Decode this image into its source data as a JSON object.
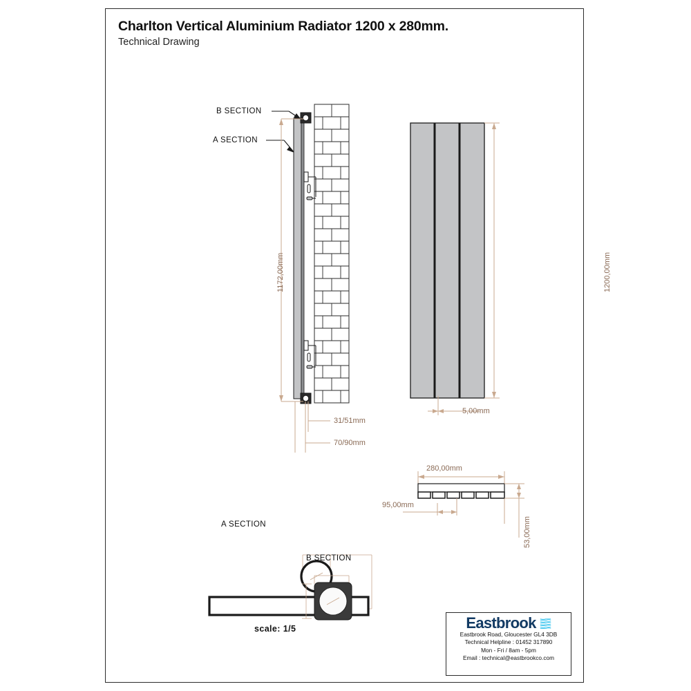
{
  "document": {
    "title": "Charlton Vertical Aluminium Radiator 1200 x 280mm.",
    "subtitle": "Technical Drawing"
  },
  "labels": {
    "b_section": "B SECTION",
    "a_section": "A SECTION",
    "a_section_detail": "A SECTION",
    "b_section_detail": "B SECTION",
    "scale": "scale: 1/5"
  },
  "dimensions": {
    "side_height": "1172,00mm",
    "side_depth_a": "31/51mm",
    "side_depth_b": "70/90mm",
    "front_height": "1200,00mm",
    "front_gap": "5,00mm",
    "plan_width": "280,00mm",
    "plan_spacing": "95,00mm",
    "plan_depth": "53,00mm"
  },
  "footer": {
    "brand": "Eastbrook",
    "address": "Eastbrook Road, Gloucester GL4 3DB",
    "helpline": "Technical Helpline : 01452 317890",
    "hours": "Mon - Fri / 8am - 5pm",
    "email": "Email : technical@eastbrookco.com"
  },
  "colors": {
    "dimension_line": "#c9a98f",
    "dimension_text": "#8a6a55",
    "panel_fill": "#c3c4c6",
    "outline": "#1a1a1a",
    "brand_navy": "#123a63",
    "brand_cyan": "#3ec6ef"
  }
}
